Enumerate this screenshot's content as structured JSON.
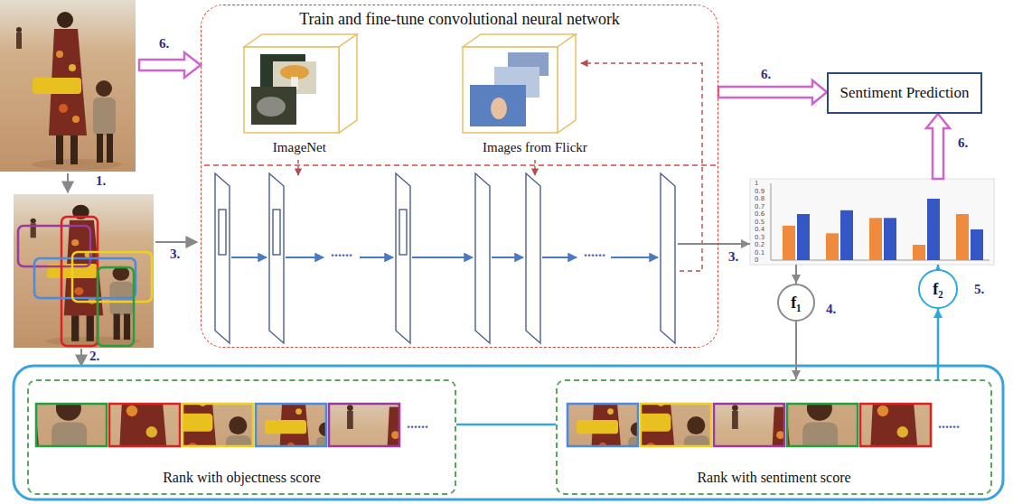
{
  "diagram": {
    "nodes": [
      {
        "text": [
          "Train and fine-tune convolutional neural network"
        ]
      },
      {
        "text": [
          "ImageNet"
        ],
        "in": 0
      },
      {
        "text": [
          "Images from Flickr"
        ],
        "in": 0
      },
      {
        "text": [
          "Sentiment Prediction"
        ]
      },
      {
        "text": [
          "1",
          "0.9",
          "0.8",
          "0.7",
          "0.6",
          "0.5",
          "0.4",
          "0.3",
          "0.2",
          "0.1",
          "0"
        ]
      },
      {
        "text": [
          "f₁"
        ]
      },
      {
        "text": [
          "f₂"
        ]
      },
      {
        "text": [
          "Rank with objectness score"
        ]
      },
      {
        "text": [
          "Rank with sentiment score"
        ]
      }
    ],
    "edges": [
      {
        "from": 0,
        "to": 3,
        "arrow": "to"
      },
      {
        "from": 0,
        "to": 4,
        "arrow": "to"
      },
      {
        "from": 4,
        "to": 5,
        "arrow": "to"
      },
      {
        "from": 5,
        "to": 8,
        "arrow": "to"
      },
      {
        "from": 8,
        "to": 6,
        "arrow": "to"
      },
      {
        "from": 6,
        "to": 4,
        "arrow": "to"
      },
      {
        "from": 4,
        "to": 3,
        "arrow": "to"
      }
    ],
    "labels": [
      "6.",
      "1.",
      "3.",
      "2.",
      "......",
      "......",
      "6.",
      "3.",
      "6.",
      "4.",
      "5.",
      "......",
      "......"
    ]
  }
}
